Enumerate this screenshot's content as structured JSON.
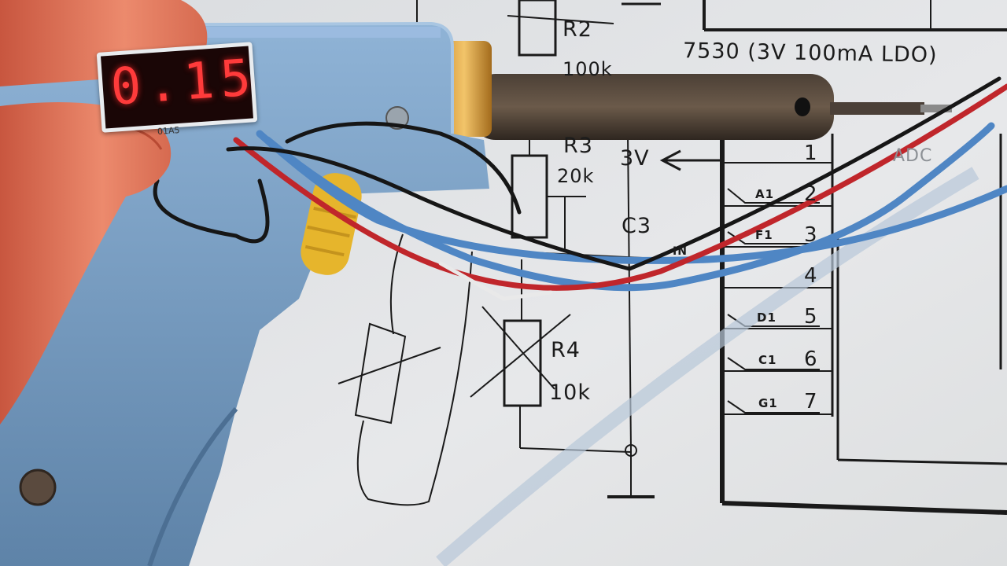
{
  "schematic": {
    "regulator_label": "7530 (3V 100mA LDO)",
    "components": {
      "r2_name": "R2",
      "r2_value": "100k",
      "r3_name": "R3",
      "r3_value": "20k",
      "r4_name": "R4",
      "r4_value": "10k",
      "c3_name": "C3",
      "voltage_label": "3V",
      "in_label": "IN"
    },
    "pins": [
      {
        "num": "1",
        "name": ""
      },
      {
        "num": "2",
        "name": "A1"
      },
      {
        "num": "3",
        "name": "F1"
      },
      {
        "num": "4",
        "name": ""
      },
      {
        "num": "5",
        "name": "D1"
      },
      {
        "num": "6",
        "name": "C1"
      },
      {
        "num": "7",
        "name": "G1"
      }
    ],
    "adc_label": "ADC"
  },
  "meter": {
    "reading": "0.15",
    "tag": "01A5"
  },
  "colors": {
    "paper": "#e4e6e8",
    "tool_body": "#7fa3c6",
    "led": "#ff3b3b",
    "wire_red": "#c0262b",
    "wire_blue": "#4f86c4",
    "wire_black": "#161616",
    "skin": "#e3775f"
  }
}
